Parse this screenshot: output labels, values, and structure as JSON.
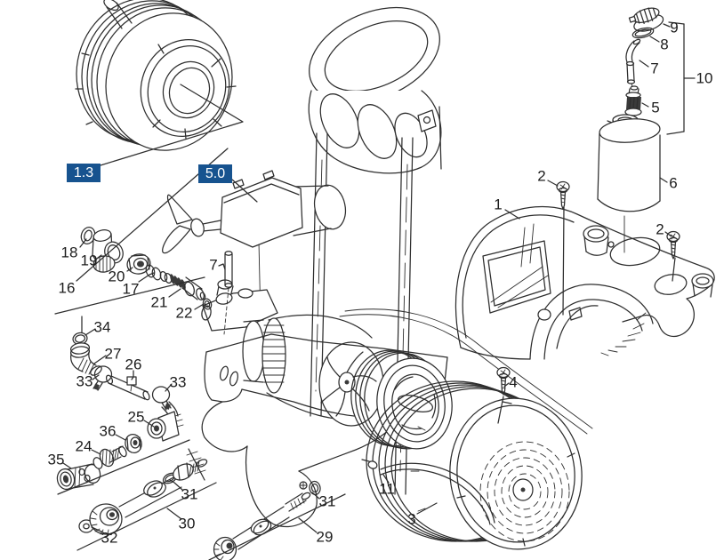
{
  "diagram": {
    "colors": {
      "background": "#ffffff",
      "line": "#2e2e2e",
      "section_box_background": "#17538f",
      "section_box_text": "#ffffff",
      "callout_text": "#1c1c1c"
    },
    "section_references": [
      {
        "label": "1.3"
      },
      {
        "label": "5.0"
      }
    ],
    "callouts": [
      {
        "text": "9"
      },
      {
        "text": "8"
      },
      {
        "text": "7"
      },
      {
        "text": "10"
      },
      {
        "text": "5"
      },
      {
        "text": "6"
      },
      {
        "text": "2"
      },
      {
        "text": "1"
      },
      {
        "text": "2"
      },
      {
        "text": "18"
      },
      {
        "text": "19"
      },
      {
        "text": "16"
      },
      {
        "text": "20"
      },
      {
        "text": "17"
      },
      {
        "text": "21"
      },
      {
        "text": "22"
      },
      {
        "text": "7"
      },
      {
        "text": "34"
      },
      {
        "text": "27"
      },
      {
        "text": "26"
      },
      {
        "text": "33"
      },
      {
        "text": "33"
      },
      {
        "text": "25"
      },
      {
        "text": "36"
      },
      {
        "text": "24"
      },
      {
        "text": "35"
      },
      {
        "text": "31"
      },
      {
        "text": "30"
      },
      {
        "text": "32"
      },
      {
        "text": "31"
      },
      {
        "text": "29"
      },
      {
        "text": "11"
      },
      {
        "text": "3"
      },
      {
        "text": "4"
      }
    ]
  }
}
